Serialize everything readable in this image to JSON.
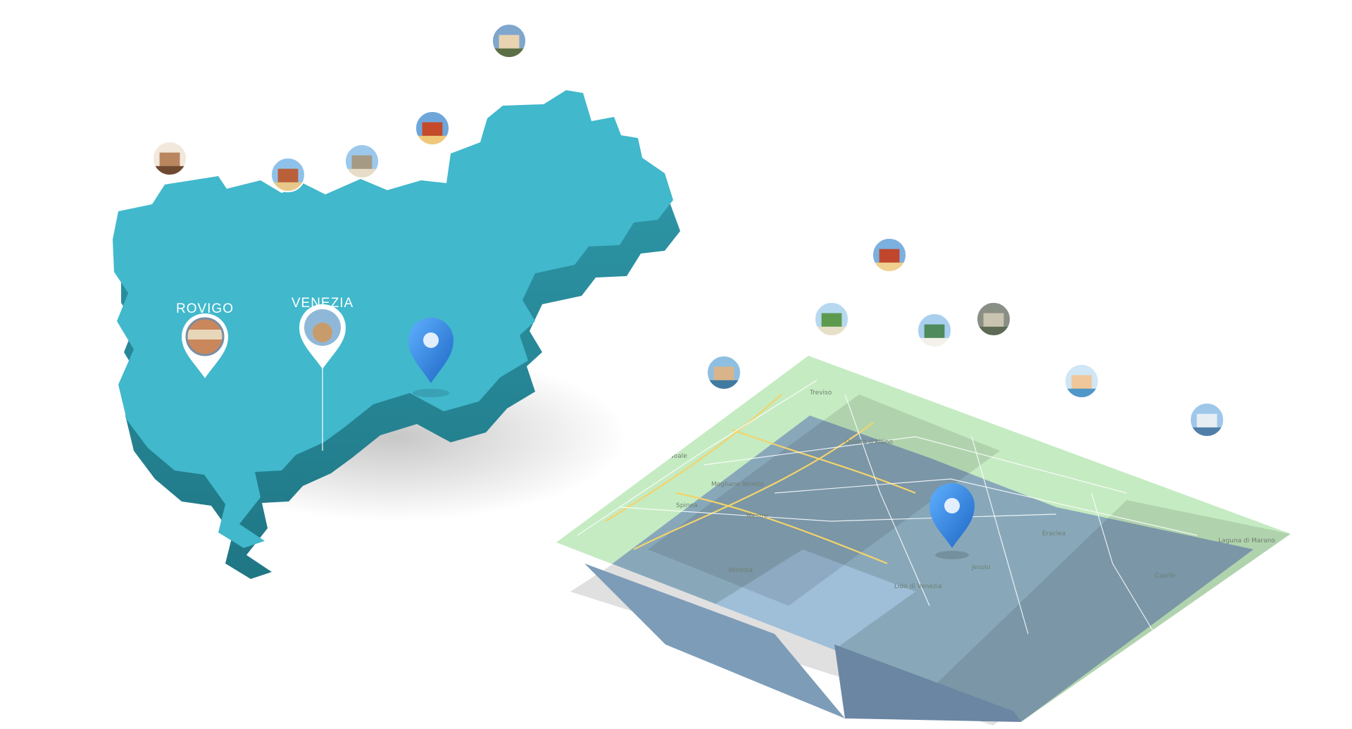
{
  "region_map": {
    "color": "#41b8cc",
    "side_color": "#2a8c9c",
    "pins": [
      {
        "label": "ROVIGO",
        "photo_colors": [
          "#7a8da3",
          "#c9875b",
          "#e8d6b9"
        ]
      },
      {
        "label": "VENEZIA",
        "photo_colors": [
          "#8fb8d8",
          "#c89b6a",
          "#f0e2c8"
        ]
      }
    ],
    "location_marker_color": "#2a7fd4",
    "photo_bubbles": [
      {
        "name": "arena-photo",
        "colors": [
          "#f2e8dc",
          "#b9865f",
          "#6f4a31"
        ]
      },
      {
        "name": "tower-photo",
        "colors": [
          "#8fc2ea",
          "#b9603a",
          "#e8c88a"
        ]
      },
      {
        "name": "palazzo-photo",
        "colors": [
          "#9cc8ec",
          "#a59a84",
          "#e7dcc8"
        ]
      },
      {
        "name": "clocktower-photo",
        "colors": [
          "#6fa6da",
          "#c44a2a",
          "#efc87a"
        ]
      },
      {
        "name": "dolomites-photo",
        "colors": [
          "#7fa6cc",
          "#e9d3b0",
          "#5b6f45"
        ]
      }
    ]
  },
  "folded_map": {
    "land_color": "#c5ebc2",
    "fold_color": "#a9d3a6",
    "water_color": "#7d9cb8",
    "location_marker_color": "#2a7fd4",
    "place_names": [
      "Venezia",
      "Mestre",
      "Jesolo",
      "Treviso",
      "Lido di Venezia",
      "Eraclea",
      "Caorle",
      "Laguna di Marano",
      "Quarto d'Altino",
      "Noale",
      "Mogliano Veneto",
      "Spinea"
    ],
    "photo_bubbles": [
      {
        "name": "canal-photo",
        "colors": [
          "#8fbfe0",
          "#d9b48a",
          "#3f7aa0"
        ]
      },
      {
        "name": "countryside-photo",
        "colors": [
          "#b6d9f0",
          "#5e9a4e",
          "#e7e0c8"
        ]
      },
      {
        "name": "redtower-photo",
        "colors": [
          "#7bb0df",
          "#c0462e",
          "#f0d090"
        ]
      },
      {
        "name": "harbor-photo",
        "colors": [
          "#a8d0ee",
          "#4f8a5c",
          "#f3f1ea"
        ]
      },
      {
        "name": "aerial-town-photo",
        "colors": [
          "#8a8f86",
          "#c9c4b0",
          "#5d6a55"
        ]
      },
      {
        "name": "beach-photo",
        "colors": [
          "#cfe6f6",
          "#f0c79a",
          "#4f97c8"
        ]
      },
      {
        "name": "lagoon-photo",
        "colors": [
          "#9ec7ea",
          "#e6eef4",
          "#4f7fa8"
        ]
      }
    ]
  }
}
